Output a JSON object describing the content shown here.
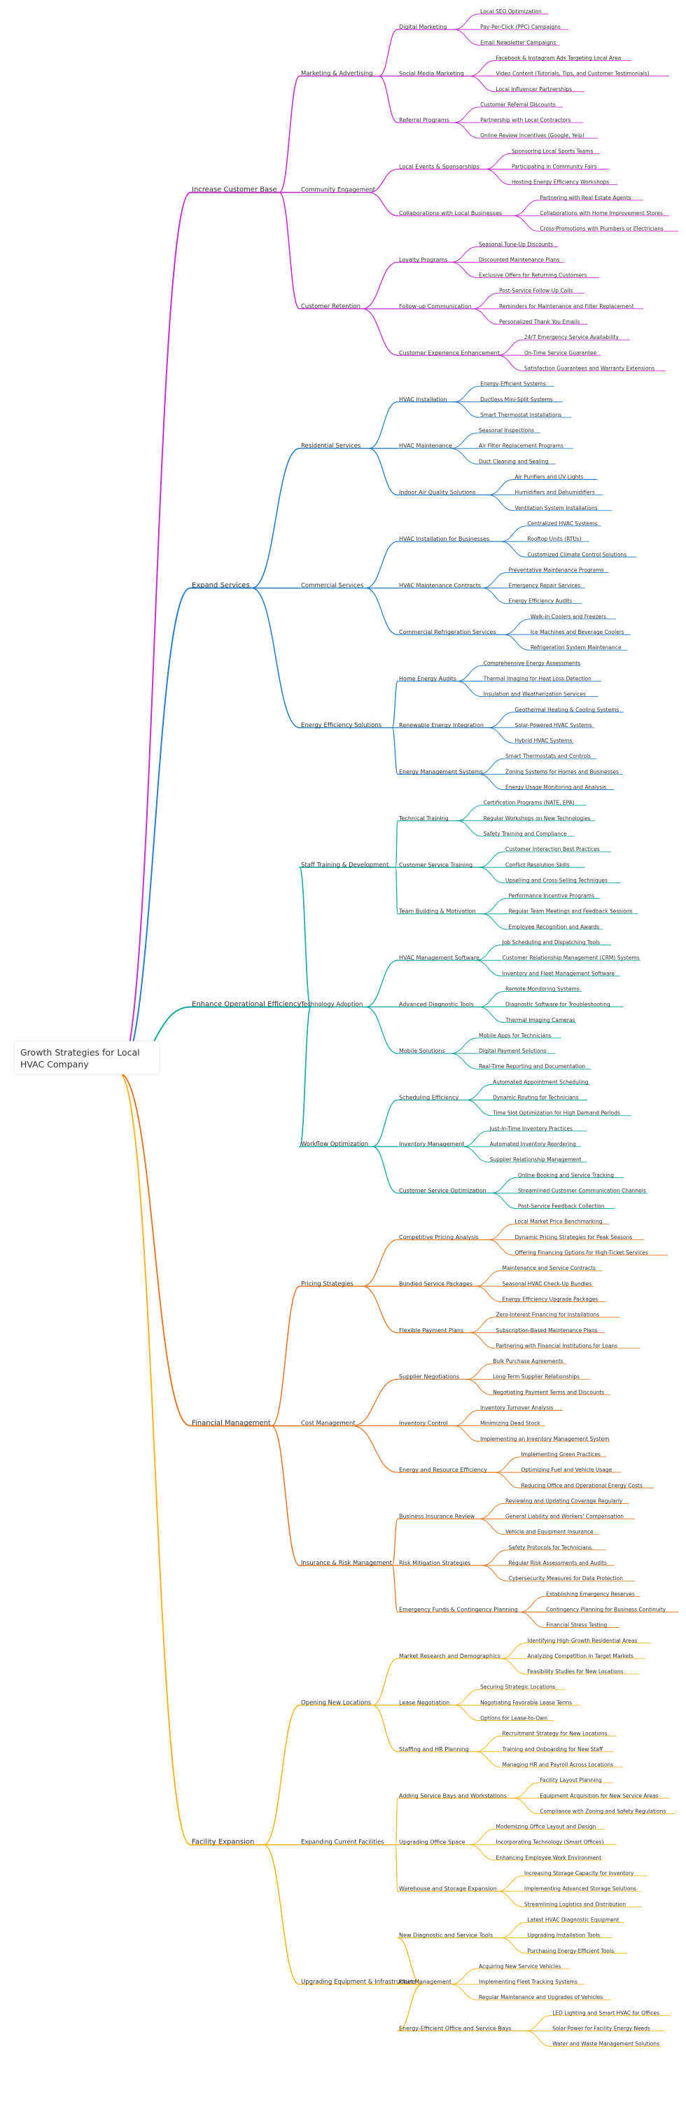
{
  "root": "Growth Strategies for Local HVAC Company",
  "colors": {
    "Increase Customer Base": "#c62fd3",
    "Expand Services": "#2a7fc9",
    "Enhance Operational Efficiency": "#14a89b",
    "Financial Management": "#e87a2a",
    "Facility Expansion": "#f2b824"
  },
  "branches": [
    {
      "label": "Increase Customer Base",
      "children": [
        {
          "label": "Marketing & Advertising",
          "children": [
            {
              "label": "Digital Marketing",
              "children": [
                "Local SEO Optimization",
                "Pay-Per-Click (PPC) Campaigns",
                "Email Newsletter Campaigns"
              ]
            },
            {
              "label": "Social Media Marketing",
              "children": [
                "Facebook & Instagram Ads Targeting Local Area",
                "Video Content (Tutorials, Tips, and Customer Testimonials)",
                "Local Influencer Partnerships"
              ]
            },
            {
              "label": "Referral Programs",
              "children": [
                "Customer Referral Discounts",
                "Partnership with Local Contractors",
                "Online Review Incentives (Google, Yelp)"
              ]
            }
          ]
        },
        {
          "label": "Community Engagement",
          "children": [
            {
              "label": "Local Events & Sponsorships",
              "children": [
                "Sponsoring Local Sports Teams",
                "Participating in Community Fairs",
                "Hosting Energy Efficiency Workshops"
              ]
            },
            {
              "label": "Collaborations with Local Businesses",
              "children": [
                "Partnering with Real Estate Agents",
                "Collaborations with Home Improvement Stores",
                "Cross-Promotions with Plumbers or Electricians"
              ]
            }
          ]
        },
        {
          "label": "Customer Retention",
          "children": [
            {
              "label": "Loyalty Programs",
              "children": [
                "Seasonal Tune-Up Discounts",
                "Discounted Maintenance Plans",
                "Exclusive Offers for Returning Customers"
              ]
            },
            {
              "label": "Follow-up Communication",
              "children": [
                "Post-Service Follow-Up Calls",
                "Reminders for Maintenance and Filter Replacement",
                "Personalized Thank You Emails"
              ]
            },
            {
              "label": "Customer Experience Enhancement",
              "children": [
                "24/7 Emergency Service Availability",
                "On-Time Service Guarantee",
                "Satisfaction Guarantees and Warranty Extensions"
              ]
            }
          ]
        }
      ]
    },
    {
      "label": "Expand Services",
      "children": [
        {
          "label": "Residential Services",
          "children": [
            {
              "label": "HVAC Installation",
              "children": [
                "Energy-Efficient Systems",
                "Ductless Mini-Split Systems",
                "Smart Thermostat Installations"
              ]
            },
            {
              "label": "HVAC Maintenance",
              "children": [
                "Seasonal Inspections",
                "Air Filter Replacement Programs",
                "Duct Cleaning and Sealing"
              ]
            },
            {
              "label": "Indoor Air Quality Solutions",
              "children": [
                "Air Purifiers and UV Lights",
                "Humidifiers and Dehumidifiers",
                "Ventilation System Installations"
              ]
            }
          ]
        },
        {
          "label": "Commercial Services",
          "children": [
            {
              "label": "HVAC Installation for Businesses",
              "children": [
                "Centralized HVAC Systems",
                "Rooftop Units (RTUs)",
                "Customized Climate Control Solutions"
              ]
            },
            {
              "label": "HVAC Maintenance Contracts",
              "children": [
                "Preventative Maintenance Programs",
                "Emergency Repair Services",
                "Energy Efficiency Audits"
              ]
            },
            {
              "label": "Commercial Refrigeration Services",
              "children": [
                "Walk-in Coolers and Freezers",
                "Ice Machines and Beverage Coolers",
                "Refrigeration System Maintenance"
              ]
            }
          ]
        },
        {
          "label": "Energy Efficiency Solutions",
          "children": [
            {
              "label": "Home Energy Audits",
              "children": [
                "Comprehensive Energy Assessments",
                "Thermal Imaging for Heat Loss Detection",
                "Insulation and Weatherization Services"
              ]
            },
            {
              "label": "Renewable Energy Integration",
              "children": [
                "Geothermal Heating & Cooling Systems",
                "Solar-Powered HVAC Systems",
                "Hybrid HVAC Systems"
              ]
            },
            {
              "label": "Energy Management Systems",
              "children": [
                "Smart Thermostats and Controls",
                "Zoning Systems for Homes and Businesses",
                "Energy Usage Monitoring and Analysis"
              ]
            }
          ]
        }
      ]
    },
    {
      "label": "Enhance Operational Efficiency",
      "children": [
        {
          "label": "Staff Training & Development",
          "children": [
            {
              "label": "Technical Training",
              "children": [
                "Certification Programs (NATE, EPA)",
                "Regular Workshops on New Technologies",
                "Safety Training and Compliance"
              ]
            },
            {
              "label": "Customer Service Training",
              "children": [
                "Customer Interaction Best Practices",
                "Conflict Resolution Skills",
                "Upselling and Cross-Selling Techniques"
              ]
            },
            {
              "label": "Team Building & Motivation",
              "children": [
                "Performance Incentive Programs",
                "Regular Team Meetings and Feedback Sessions",
                "Employee Recognition and Awards"
              ]
            }
          ]
        },
        {
          "label": "Technology Adoption",
          "children": [
            {
              "label": "HVAC Management Software",
              "children": [
                "Job Scheduling and Dispatching Tools",
                "Customer Relationship Management (CRM) Systems",
                "Inventory and Fleet Management Software"
              ]
            },
            {
              "label": "Advanced Diagnostic Tools",
              "children": [
                "Remote Monitoring Systems",
                "Diagnostic Software for Troubleshooting",
                "Thermal Imaging Cameras"
              ]
            },
            {
              "label": "Mobile Solutions",
              "children": [
                "Mobile Apps for Technicians",
                "Digital Payment Solutions",
                "Real-Time Reporting and Documentation"
              ]
            }
          ]
        },
        {
          "label": "Workflow Optimization",
          "children": [
            {
              "label": "Scheduling Efficiency",
              "children": [
                "Automated Appointment Scheduling",
                "Dynamic Routing for Technicians",
                "Time Slot Optimization for High Demand Periods"
              ]
            },
            {
              "label": "Inventory Management",
              "children": [
                "Just-In-Time Inventory Practices",
                "Automated Inventory Reordering",
                "Supplier Relationship Management"
              ]
            },
            {
              "label": "Customer Service Optimization",
              "children": [
                "Online Booking and Service Tracking",
                "Streamlined Customer Communication Channels",
                "Post-Service Feedback Collection"
              ]
            }
          ]
        }
      ]
    },
    {
      "label": "Financial Management",
      "children": [
        {
          "label": "Pricing Strategies",
          "children": [
            {
              "label": "Competitive Pricing Analysis",
              "children": [
                "Local Market Price Benchmarking",
                "Dynamic Pricing Strategies for Peak Seasons",
                "Offering Financing Options for High-Ticket Services"
              ]
            },
            {
              "label": "Bundled Service Packages",
              "children": [
                "Maintenance and Service Contracts",
                "Seasonal HVAC Check-Up Bundles",
                "Energy Efficiency Upgrade Packages"
              ]
            },
            {
              "label": "Flexible Payment Plans",
              "children": [
                "Zero-Interest Financing for Installations",
                "Subscription-Based Maintenance Plans",
                "Partnering with Financial Institutions for Loans"
              ]
            }
          ]
        },
        {
          "label": "Cost Management",
          "children": [
            {
              "label": "Supplier Negotiations",
              "children": [
                "Bulk Purchase Agreements",
                "Long-Term Supplier Relationships",
                "Negotiating Payment Terms and Discounts"
              ]
            },
            {
              "label": "Inventory Control",
              "children": [
                "Inventory Turnover Analysis",
                "Minimizing Dead Stock",
                "Implementing an Inventory Management System"
              ]
            },
            {
              "label": "Energy and Resource Efficiency",
              "children": [
                "Implementing Green Practices",
                "Optimizing Fuel and Vehicle Usage",
                "Reducing Office and Operational Energy Costs"
              ]
            }
          ]
        },
        {
          "label": "Insurance & Risk Management",
          "children": [
            {
              "label": "Business Insurance Review",
              "children": [
                "Reviewing and Updating Coverage Regularly",
                "General Liability and Workers' Compensation",
                "Vehicle and Equipment Insurance"
              ]
            },
            {
              "label": "Risk Mitigation Strategies",
              "children": [
                "Safety Protocols for Technicians",
                "Regular Risk Assessments and Audits",
                "Cybersecurity Measures for Data Protection"
              ]
            },
            {
              "label": "Emergency Funds & Contingency Planning",
              "children": [
                "Establishing Emergency Reserves",
                "Contingency Planning for Business Continuity",
                "Financial Stress Testing"
              ]
            }
          ]
        }
      ]
    },
    {
      "label": "Facility Expansion",
      "children": [
        {
          "label": "Opening New Locations",
          "children": [
            {
              "label": "Market Research and Demographics",
              "children": [
                "Identifying High-Growth Residential Areas",
                "Analyzing Competition in Target Markets",
                "Feasibility Studies for New Locations"
              ]
            },
            {
              "label": "Lease Negotiation",
              "children": [
                "Securing Strategic Locations",
                "Negotiating Favorable Lease Terms",
                "Options for Lease-to-Own"
              ]
            },
            {
              "label": "Staffing and HR Planning",
              "children": [
                "Recruitment Strategy for New Locations",
                "Training and Onboarding for New Staff",
                "Managing HR and Payroll Across Locations"
              ]
            }
          ]
        },
        {
          "label": "Expanding Current Facilities",
          "children": [
            {
              "label": "Adding Service Bays and Workstations",
              "children": [
                "Facility Layout Planning",
                "Equipment Acquisition for New Service Areas",
                "Compliance with Zoning and Safety Regulations"
              ]
            },
            {
              "label": "Upgrading Office Space",
              "children": [
                "Modernizing Office Layout and Design",
                "Incorporating Technology (Smart Offices)",
                "Enhancing Employee Work Environment"
              ]
            },
            {
              "label": "Warehouse and Storage Expansion",
              "children": [
                "Increasing Storage Capacity for Inventory",
                "Implementing Advanced Storage Solutions",
                "Streamlining Logistics and Distribution"
              ]
            }
          ]
        },
        {
          "label": "Upgrading Equipment & Infrastructure",
          "children": [
            {
              "label": "New Diagnostic and Service Tools",
              "children": [
                "Latest HVAC Diagnostic Equipment",
                "Upgrading Installation Tools",
                "Purchasing Energy-Efficient Tools"
              ]
            },
            {
              "label": "Fleet Management",
              "children": [
                "Acquiring New Service Vehicles",
                "Implementing Fleet Tracking Systems",
                "Regular Maintenance and Upgrades of Vehicles"
              ]
            },
            {
              "label": "Energy-Efficient Office and Service Bays",
              "children": [
                "LED Lighting and Smart HVAC for Offices",
                "Solar Power for Facility Energy Needs",
                "Water and Waste Management Solutions"
              ]
            }
          ]
        }
      ]
    }
  ]
}
